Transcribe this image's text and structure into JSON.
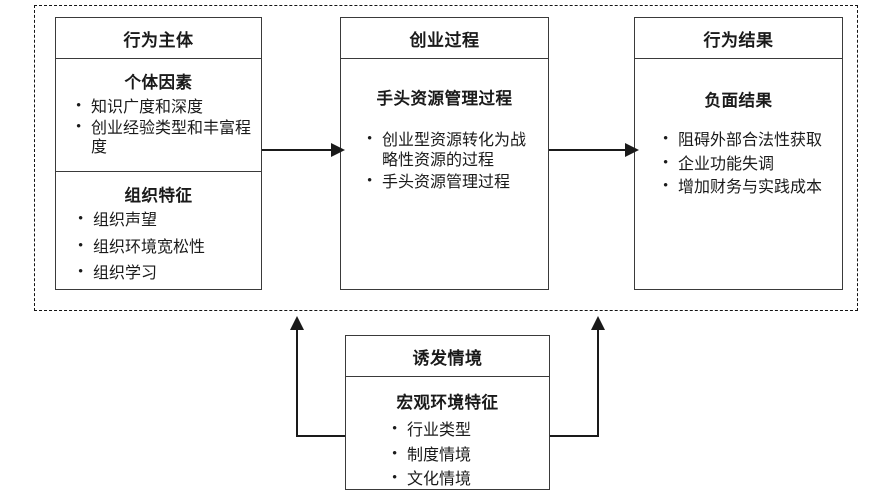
{
  "diagram": {
    "type": "flow-diagram",
    "title_visible": false,
    "colors": {
      "line": "#1a1a1a",
      "box_border": "#3a3a3a",
      "background": "#ffffff"
    },
    "boundary": {
      "style": "dashed",
      "label": ""
    },
    "boxes": [
      {
        "id": "actor",
        "header": "行为主体",
        "sections": [
          {
            "title": "个体因素",
            "bullets": [
              "知识广度和深度",
              "创业经验类型和丰富程度"
            ]
          },
          {
            "title": "组织特征",
            "bullets": [
              "组织声望",
              "组织环境宽松性",
              "组织学习"
            ]
          }
        ]
      },
      {
        "id": "process",
        "header": "创业过程",
        "sections": [
          {
            "title": "手头资源管理过程",
            "bullets": [
              "创业型资源转化为战略性资源的过程",
              "手头资源管理过程"
            ]
          }
        ]
      },
      {
        "id": "outcome",
        "header": "行为结果",
        "sections": [
          {
            "title": "负面结果",
            "bullets": [
              "阻碍外部合法性获取",
              "企业功能失调",
              "增加财务与实践成本"
            ]
          }
        ]
      },
      {
        "id": "context",
        "header": "诱发情境",
        "sections": [
          {
            "title": "宏观环境特征",
            "bullets": [
              "行业类型",
              "制度情境",
              "文化情境"
            ]
          }
        ]
      }
    ],
    "connectors": [
      {
        "id": "actor-to-process",
        "from": "actor",
        "to": "process",
        "direction": "right",
        "label": ""
      },
      {
        "id": "process-to-outcome",
        "from": "process",
        "to": "outcome",
        "direction": "right",
        "label": ""
      },
      {
        "id": "context-to-frame-left",
        "from": "context",
        "to": "boundary",
        "direction": "up",
        "label": ""
      },
      {
        "id": "context-to-frame-right",
        "from": "context",
        "to": "boundary",
        "direction": "up",
        "label": ""
      }
    ]
  }
}
